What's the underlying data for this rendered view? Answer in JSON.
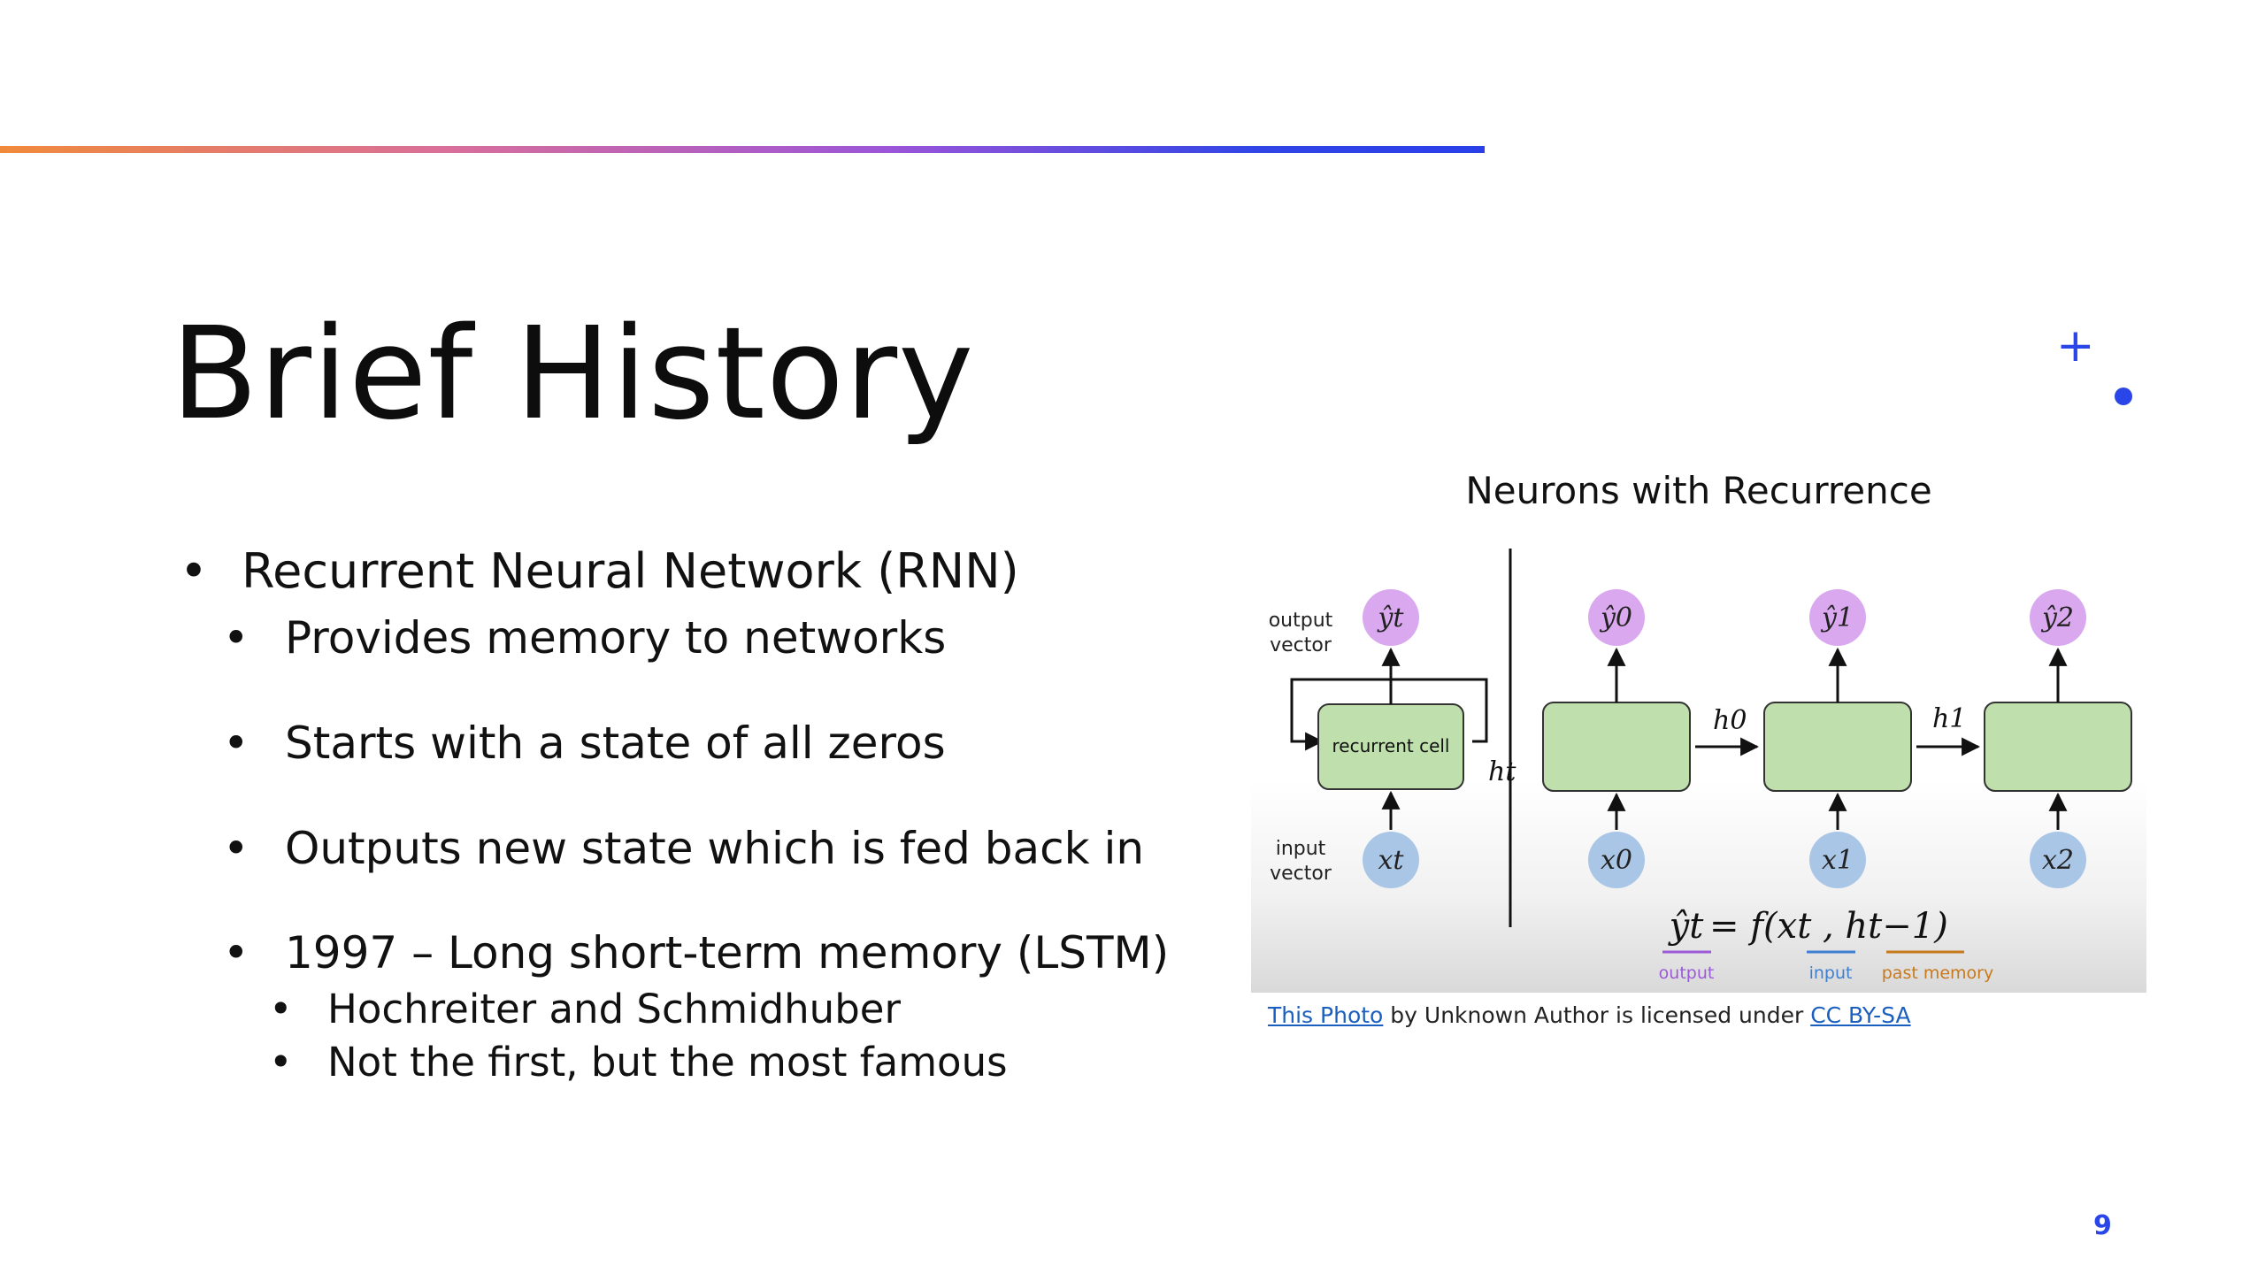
{
  "slide": {
    "title": "Brief History",
    "page_number": "9",
    "accent_colors": [
      "#f08a3a",
      "#d96f9a",
      "#9a55d8",
      "#2a3fe8"
    ],
    "decor_icons": [
      "plus-icon",
      "dot-icon"
    ]
  },
  "bullets": [
    {
      "level": 1,
      "text": "Recurrent Neural Network (RNN)"
    },
    {
      "level": 2,
      "text": "Provides memory to networks"
    },
    {
      "level": 2,
      "text": "Starts with a state of all zeros"
    },
    {
      "level": 2,
      "text": "Outputs new state which is fed back in"
    },
    {
      "level": 2,
      "text": "1997 – Long short-term memory (LSTM)"
    },
    {
      "level": 3,
      "text": "Hochreiter and Schmidhuber"
    },
    {
      "level": 3,
      "text": "Not the first, but the most famous"
    }
  ],
  "bullet_marker": "•",
  "diagram": {
    "heading": "Neurons with Recurrence",
    "output_vector_label": [
      "output",
      "vector"
    ],
    "input_vector_label": [
      "input",
      "vector"
    ],
    "cell_label": "recurrent cell",
    "y_t": "ŷt",
    "x_t": "xt",
    "h_t": "ht",
    "outputs": [
      "ŷ0",
      "ŷ1",
      "ŷ2"
    ],
    "inputs": [
      "x0",
      "x1",
      "x2"
    ],
    "states": [
      "h0",
      "h1"
    ],
    "equation": {
      "lhs": "ŷt",
      "rhs": "= f(xt , ht−1)",
      "labels": {
        "output": "output",
        "input": "input",
        "past_memory": "past memory"
      }
    },
    "colors": {
      "cell_fill": "#bfe0ad",
      "output_node": "#d9a8ee",
      "input_node": "#a9c6e6",
      "output_underline": "#9b5bd6",
      "input_underline": "#3f7fd0",
      "memory_underline": "#c7791d"
    }
  },
  "caption": {
    "link1": "This Photo",
    "middle": " by Unknown Author is licensed under ",
    "link2": "CC BY-SA"
  }
}
